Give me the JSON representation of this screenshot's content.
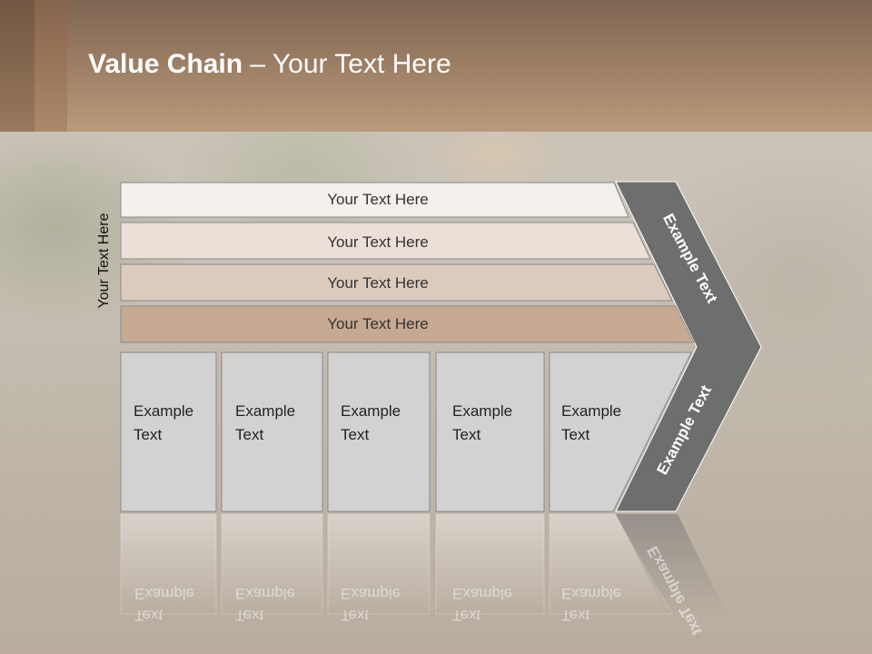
{
  "title": {
    "bold": "Value Chain",
    "rest": " – Your Text Here"
  },
  "side_label": "Your Text Here",
  "bands": [
    {
      "label": "Your Text Here",
      "color": "#f3f0ee"
    },
    {
      "label": "Your Text Here",
      "color": "#ebdfd7"
    },
    {
      "label": "Your Text Here",
      "color": "#dccbbd"
    },
    {
      "label": "Your Text Here",
      "color": "#c5a992"
    }
  ],
  "columns": [
    {
      "line1": "Example",
      "line2": "Text"
    },
    {
      "line1": "Example",
      "line2": "Text"
    },
    {
      "line1": "Example",
      "line2": "Text"
    },
    {
      "line1": "Example",
      "line2": "Text"
    },
    {
      "line1": "Example",
      "line2": "Text"
    }
  ],
  "chevron": {
    "upper": "Example Text",
    "lower": "Example Text",
    "color": "#6e6e6e"
  }
}
